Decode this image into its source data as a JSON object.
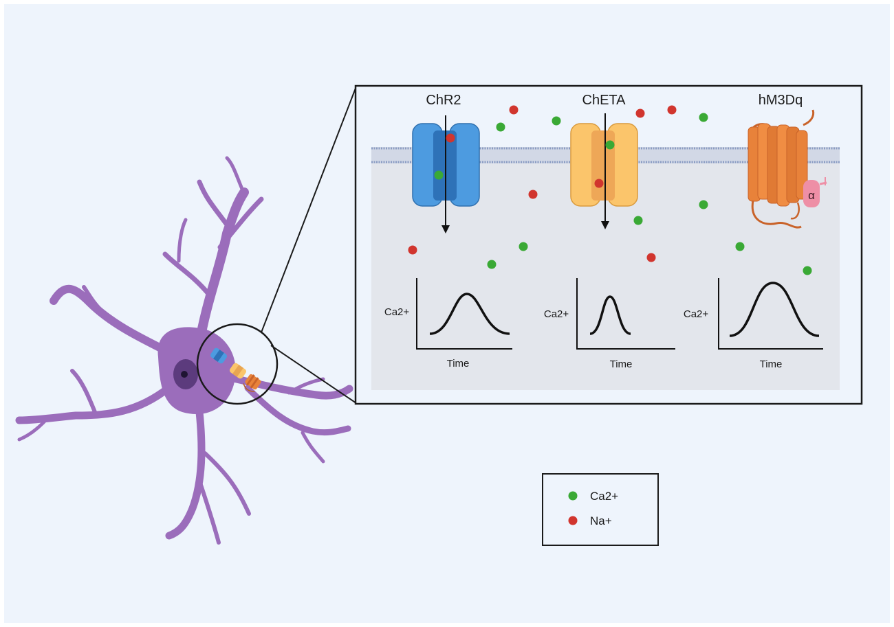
{
  "channels": [
    {
      "name": "ChR2"
    },
    {
      "name": "ChETA"
    },
    {
      "name": "hM3Dq"
    }
  ],
  "alpha_label": "α",
  "plots": [
    {
      "ylabel": "Ca2+",
      "xlabel": "Time"
    },
    {
      "ylabel": "Ca2+",
      "xlabel": "Time"
    },
    {
      "ylabel": "Ca2+",
      "xlabel": "Time"
    }
  ],
  "legend": {
    "items": [
      {
        "label": "Ca2+",
        "color": "#3aa935"
      },
      {
        "label": "Na+",
        "color": "#d1352e"
      }
    ]
  },
  "colors": {
    "background": "#eef4fc",
    "neuron": "#9b6dbb",
    "chr2": "#4d9be0",
    "cheta": "#fbc56b",
    "hm3dq": "#e8823a",
    "alpha_subunit": "#ee8fa6",
    "ca_ion": "#3aa935",
    "na_ion": "#d1352e"
  }
}
